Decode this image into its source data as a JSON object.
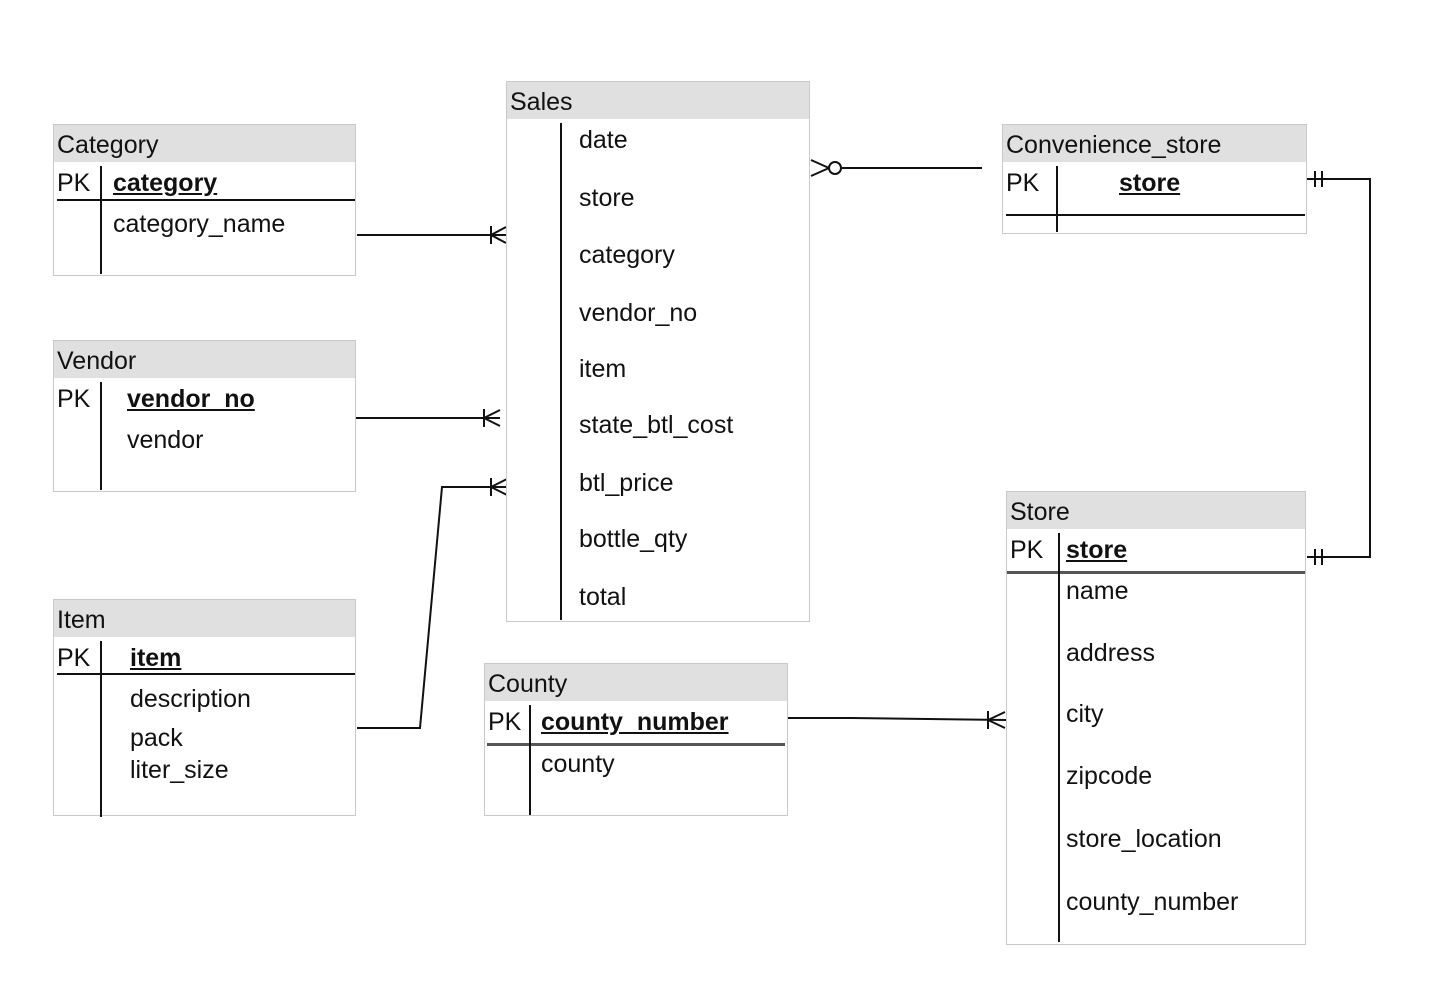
{
  "entities": {
    "category": {
      "name": "Category",
      "pk_label": "PK",
      "key": "category",
      "fields": [
        "category_name"
      ]
    },
    "vendor": {
      "name": "Vendor",
      "pk_label": "PK",
      "key": "vendor_no",
      "fields": [
        "vendor"
      ]
    },
    "item": {
      "name": "Item",
      "pk_label": "PK",
      "key": "item",
      "fields": [
        "description",
        "pack",
        "liter_size"
      ]
    },
    "sales": {
      "name": "Sales",
      "fields": [
        "date",
        "store",
        "category",
        "vendor_no",
        "item",
        "state_btl_cost",
        "btl_price",
        "bottle_qty",
        "total"
      ]
    },
    "convenience_store": {
      "name": "Convenience_store",
      "pk_label": "PK",
      "key": "store"
    },
    "county": {
      "name": "County",
      "pk_label": "PK",
      "key": "county_number",
      "fields": [
        "county"
      ]
    },
    "store": {
      "name": "Store",
      "pk_label": "PK",
      "key": "store",
      "fields": [
        "name",
        "address",
        "city",
        "zipcode",
        "store_location",
        "county_number"
      ]
    }
  },
  "relationships": [
    {
      "from": "Category",
      "to": "Sales",
      "from_end": "none",
      "to_end": "one-or-many"
    },
    {
      "from": "Vendor",
      "to": "Sales",
      "from_end": "none",
      "to_end": "one-or-many"
    },
    {
      "from": "Item",
      "to": "Sales",
      "from_end": "none",
      "to_end": "one-or-many"
    },
    {
      "from": "Convenience_store",
      "to": "Sales",
      "from_end": "none",
      "to_end": "zero-or-many"
    },
    {
      "from": "Convenience_store",
      "to": "Store",
      "from_end": "exactly-one",
      "to_end": "exactly-one"
    },
    {
      "from": "County",
      "to": "Store",
      "from_end": "none",
      "to_end": "one-or-many"
    }
  ],
  "colors": {
    "header_fill": "#e0e0e0",
    "border": "#c9c9c9",
    "line": "#111111"
  }
}
